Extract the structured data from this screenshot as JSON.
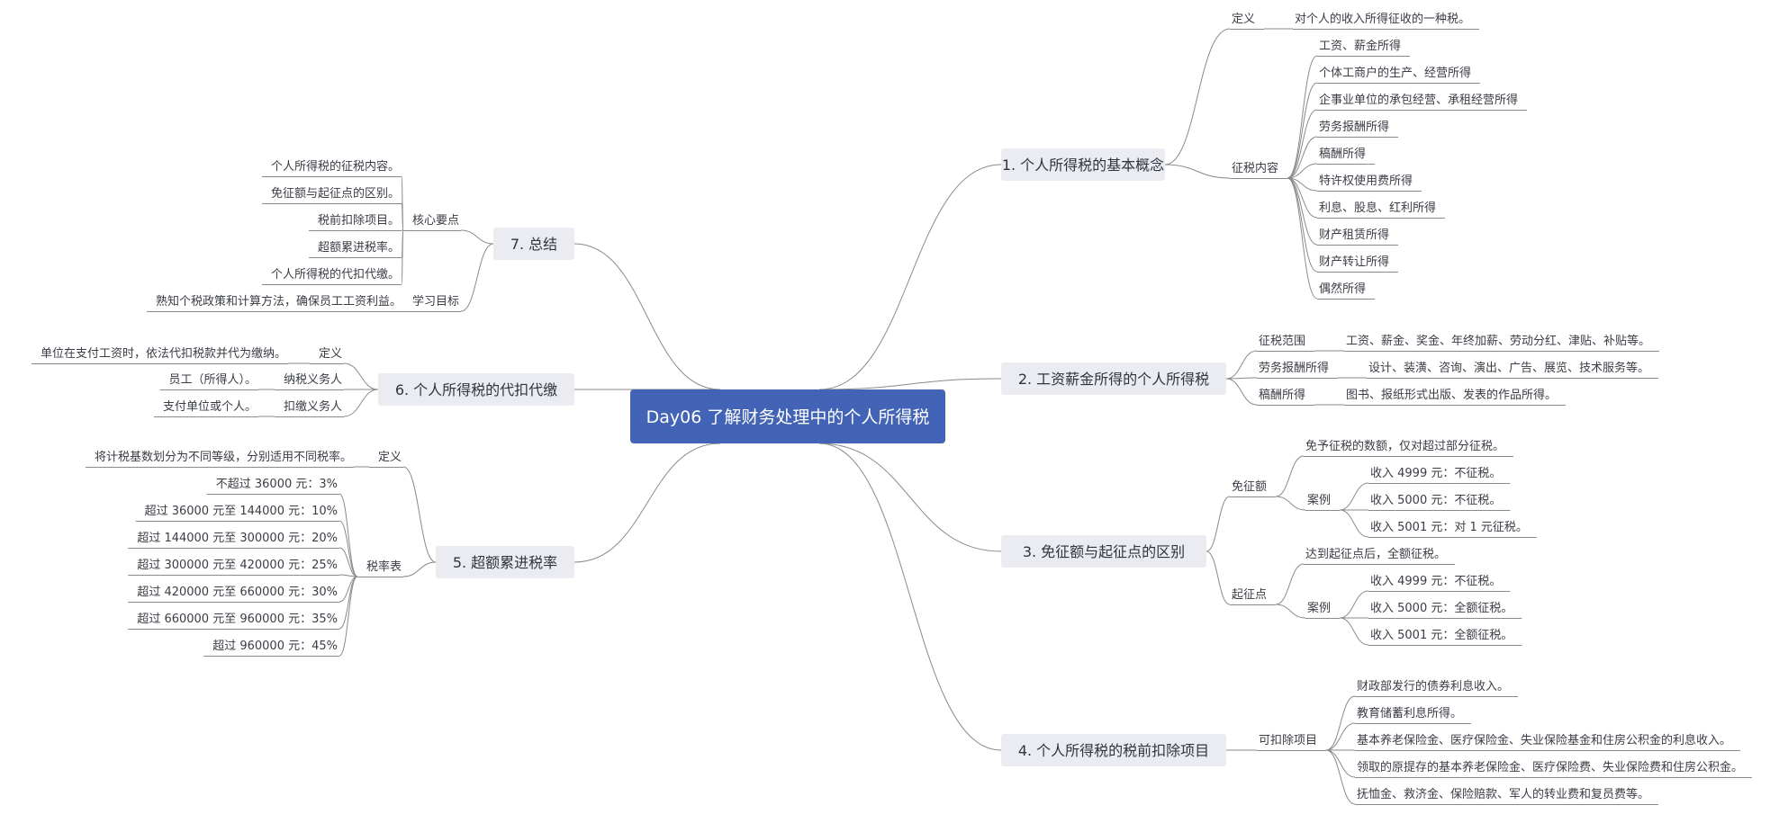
{
  "root": "Day06 了解财务处理中的个人所得税",
  "branches": [
    {
      "key": "b1",
      "label": "1. 个人所得税的基本概念",
      "children": [
        {
          "key": "b1_def",
          "label": "定义",
          "children": [
            {
              "label": "对个人的收入所得征收的一种税。"
            }
          ]
        },
        {
          "key": "b1_con",
          "label": "征税内容",
          "children": [
            {
              "label": "工资、薪金所得"
            },
            {
              "label": "个体工商户的生产、经营所得"
            },
            {
              "label": "企事业单位的承包经营、承租经营所得"
            },
            {
              "label": "劳务报酬所得"
            },
            {
              "label": "稿酬所得"
            },
            {
              "label": "特许权使用费所得"
            },
            {
              "label": "利息、股息、红利所得"
            },
            {
              "label": "财产租赁所得"
            },
            {
              "label": "财产转让所得"
            },
            {
              "label": "偶然所得"
            }
          ]
        }
      ]
    },
    {
      "key": "b2",
      "label": "2. 工资薪金所得的个人所得税",
      "children": [
        {
          "key": "b2_a",
          "label": "征税范围",
          "children": [
            {
              "label": "工资、薪金、奖金、年终加薪、劳动分红、津贴、补贴等。"
            }
          ]
        },
        {
          "key": "b2_b",
          "label": "劳务报酬所得",
          "children": [
            {
              "label": "设计、装潢、咨询、演出、广告、展览、技术服务等。"
            }
          ]
        },
        {
          "key": "b2_c",
          "label": "稿酬所得",
          "children": [
            {
              "label": "图书、报纸形式出版、发表的作品所得。"
            }
          ]
        }
      ]
    },
    {
      "key": "b3",
      "label": "3. 免征额与起征点的区别",
      "children": [
        {
          "key": "b3_a",
          "label": "免征额",
          "children": [
            {
              "label": "免予征税的数额，仅对超过部分征税。"
            },
            {
              "key": "b3_a_ex",
              "label": "案例",
              "children": [
                {
                  "label": "收入 4999 元：不征税。"
                },
                {
                  "label": "收入 5000 元：不征税。"
                },
                {
                  "label": "收入 5001 元：对 1 元征税。"
                }
              ]
            }
          ]
        },
        {
          "key": "b3_b",
          "label": "起征点",
          "children": [
            {
              "label": "达到起征点后，全额征税。"
            },
            {
              "key": "b3_b_ex",
              "label": "案例",
              "children": [
                {
                  "label": "收入 4999 元：不征税。"
                },
                {
                  "label": "收入 5000 元：全额征税。"
                },
                {
                  "label": "收入 5001 元：全额征税。"
                }
              ]
            }
          ]
        }
      ]
    },
    {
      "key": "b4",
      "label": "4. 个人所得税的税前扣除项目",
      "children": [
        {
          "key": "b4_a",
          "label": "可扣除项目",
          "children": [
            {
              "label": "财政部发行的债券利息收入。"
            },
            {
              "label": "教育储蓄利息所得。"
            },
            {
              "label": "基本养老保险金、医疗保险金、失业保险基金和住房公积金的利息收入。"
            },
            {
              "label": "领取的原提存的基本养老保险金、医疗保险费、失业保险费和住房公积金。"
            },
            {
              "label": "抚恤金、救济金、保险赔款、军人的转业费和复员费等。"
            }
          ]
        }
      ]
    },
    {
      "key": "b5",
      "label": "5. 超额累进税率",
      "children": [
        {
          "key": "b5_def",
          "label": "定义",
          "children": [
            {
              "label": "将计税基数划分为不同等级，分别适用不同税率。"
            }
          ]
        },
        {
          "key": "b5_tab",
          "label": "税率表",
          "children": [
            {
              "label": "不超过 36000 元：3%"
            },
            {
              "label": "超过 36000 元至 144000 元：10%"
            },
            {
              "label": "超过 144000 元至 300000 元：20%"
            },
            {
              "label": "超过 300000 元至 420000 元：25%"
            },
            {
              "label": "超过 420000 元至 660000 元：30%"
            },
            {
              "label": "超过 660000 元至 960000 元：35%"
            },
            {
              "label": "超过 960000 元：45%"
            }
          ]
        }
      ]
    },
    {
      "key": "b6",
      "label": "6. 个人所得税的代扣代缴",
      "children": [
        {
          "key": "b6_def",
          "label": "定义",
          "children": [
            {
              "label": "单位在支付工资时，依法代扣税款并代为缴纳。"
            }
          ]
        },
        {
          "key": "b6_tax",
          "label": "纳税义务人",
          "children": [
            {
              "label": "员工（所得人）。"
            }
          ]
        },
        {
          "key": "b6_wh",
          "label": "扣缴义务人",
          "children": [
            {
              "label": "支付单位或个人。"
            }
          ]
        }
      ]
    },
    {
      "key": "b7",
      "label": "7. 总结",
      "children": [
        {
          "key": "b7_key",
          "label": "核心要点",
          "children": [
            {
              "label": "个人所得税的征税内容。"
            },
            {
              "label": "免征额与起征点的区别。"
            },
            {
              "label": "税前扣除项目。"
            },
            {
              "label": "超额累进税率。"
            },
            {
              "label": "个人所得税的代扣代缴。"
            }
          ]
        },
        {
          "key": "b7_goal",
          "label": "学习目标",
          "children": [
            {
              "label": "熟知个税政策和计算方法，确保员工工资利益。"
            }
          ]
        }
      ]
    }
  ]
}
